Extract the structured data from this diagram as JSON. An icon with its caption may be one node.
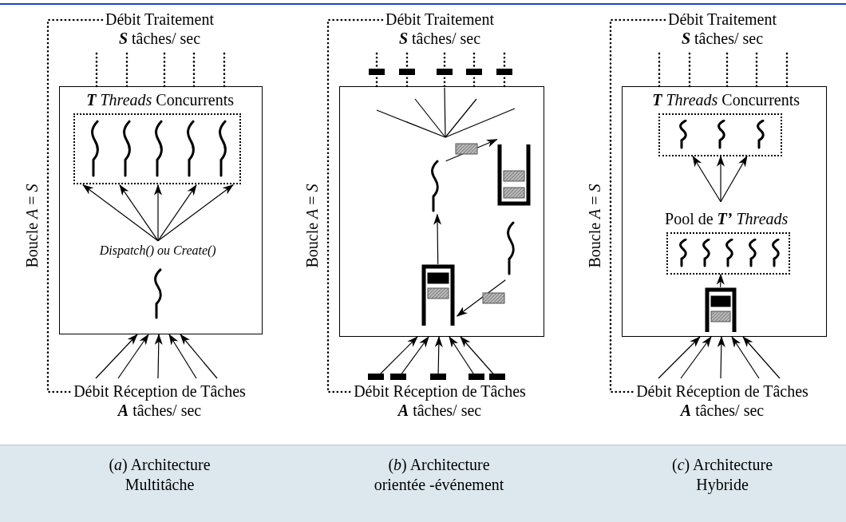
{
  "diagram": {
    "nodes": [
      {
        "text": [
          "Débit Traitement",
          "**S** tâches/ sec"
        ]
      },
      {
        "text": [],
        "shape": "box"
      },
      {
        "text": [
          "**T** *Threads* Concurrents"
        ],
        "in": 1
      },
      {
        "text": [
          "Dispatch() ou Create()"
        ],
        "in": 1
      },
      {
        "text": [
          "Débit Réception de Tâches",
          "**A** tâches/ sec"
        ]
      },
      {
        "text": [
          "Débit Traitement",
          "**S** tâches/ sec"
        ]
      },
      {
        "text": [],
        "shape": "box"
      },
      {
        "text": [],
        "shape": "wave",
        "in": 6
      },
      {
        "text": [],
        "shape": "bin",
        "in": 6
      },
      {
        "text": [],
        "shape": "wave",
        "in": 6
      },
      {
        "text": [],
        "shape": "bin",
        "in": 6
      },
      {
        "text": [
          "Débit Réception de Tâches",
          "**A** tâches/ sec"
        ]
      },
      {
        "text": [
          "Débit Traitement",
          "**S** tâches/ sec"
        ]
      },
      {
        "text": [],
        "shape": "box"
      },
      {
        "text": [
          "**T** *Threads* Concurrents"
        ],
        "in": 13
      },
      {
        "text": [
          "Pool de **T’** *Threads*"
        ],
        "in": 13
      },
      {
        "text": [],
        "shape": "bin",
        "in": 13
      },
      {
        "text": [
          "Débit Réception de Tâches",
          "**A** tâches/ sec"
        ]
      }
    ],
    "edges": [
      {
        "from": 1,
        "to": 0,
        "arrow": "none",
        "style": "dashed"
      },
      {
        "from": 1,
        "to": 0,
        "arrow": "none",
        "style": "dashed"
      },
      {
        "from": 1,
        "to": 0,
        "arrow": "none",
        "style": "dashed"
      },
      {
        "from": 1,
        "to": 0,
        "arrow": "none",
        "style": "dashed"
      },
      {
        "from": 1,
        "to": 0,
        "arrow": "none",
        "style": "dashed"
      },
      {
        "from": 4,
        "to": 1,
        "arrow": "to"
      },
      {
        "from": 4,
        "to": 1,
        "arrow": "to"
      },
      {
        "from": 4,
        "to": 1,
        "arrow": "to"
      },
      {
        "from": 4,
        "to": 1,
        "arrow": "to"
      },
      {
        "from": 4,
        "to": 1,
        "arrow": "to"
      },
      {
        "from": 3,
        "to": 2,
        "arrow": "to"
      },
      {
        "from": 3,
        "to": 2,
        "arrow": "to"
      },
      {
        "from": 3,
        "to": 2,
        "arrow": "to"
      },
      {
        "from": 3,
        "to": 2,
        "arrow": "to"
      },
      {
        "from": 3,
        "to": 2,
        "arrow": "to"
      },
      {
        "from": 0,
        "to": 4,
        "arrow": "none",
        "style": "dashed",
        "label": "Boucle *A* = *S*"
      },
      {
        "from": 6,
        "to": 5,
        "arrow": "none",
        "style": "dashed"
      },
      {
        "from": 6,
        "to": 5,
        "arrow": "none",
        "style": "dashed"
      },
      {
        "from": 6,
        "to": 5,
        "arrow": "none",
        "style": "dashed"
      },
      {
        "from": 6,
        "to": 5,
        "arrow": "none",
        "style": "dashed"
      },
      {
        "from": 6,
        "to": 5,
        "arrow": "none",
        "style": "dashed"
      },
      {
        "from": 11,
        "to": 6,
        "arrow": "to"
      },
      {
        "from": 11,
        "to": 6,
        "arrow": "to"
      },
      {
        "from": 11,
        "to": 6,
        "arrow": "to"
      },
      {
        "from": 11,
        "to": 6,
        "arrow": "to"
      },
      {
        "from": 11,
        "to": 6,
        "arrow": "to"
      },
      {
        "from": 10,
        "to": 7,
        "arrow": "to"
      },
      {
        "from": 7,
        "to": 8,
        "arrow": "to"
      },
      {
        "from": 9,
        "to": 10,
        "arrow": "to"
      },
      {
        "from": 5,
        "to": 11,
        "arrow": "none",
        "style": "dashed",
        "label": "Boucle *A* = *S*"
      },
      {
        "from": 13,
        "to": 12,
        "arrow": "none",
        "style": "dashed"
      },
      {
        "from": 13,
        "to": 12,
        "arrow": "none",
        "style": "dashed"
      },
      {
        "from": 13,
        "to": 12,
        "arrow": "none",
        "style": "dashed"
      },
      {
        "from": 13,
        "to": 12,
        "arrow": "none",
        "style": "dashed"
      },
      {
        "from": 13,
        "to": 12,
        "arrow": "none",
        "style": "dashed"
      },
      {
        "from": 17,
        "to": 13,
        "arrow": "to"
      },
      {
        "from": 17,
        "to": 13,
        "arrow": "to"
      },
      {
        "from": 17,
        "to": 13,
        "arrow": "to"
      },
      {
        "from": 17,
        "to": 13,
        "arrow": "to"
      },
      {
        "from": 17,
        "to": 13,
        "arrow": "to"
      },
      {
        "from": 15,
        "to": 14,
        "arrow": "to"
      },
      {
        "from": 15,
        "to": 14,
        "arrow": "to"
      },
      {
        "from": 15,
        "to": 14,
        "arrow": "to"
      },
      {
        "from": 16,
        "to": 15,
        "arrow": "to"
      },
      {
        "from": 12,
        "to": 17,
        "arrow": "none",
        "style": "dashed",
        "label": "Boucle *A* = *S*"
      }
    ],
    "labels": [
      "(*a*) Architecture Multitâche",
      "(*b*) Architecture orientée -événement",
      "(*c*) Architecture Hybride"
    ]
  }
}
